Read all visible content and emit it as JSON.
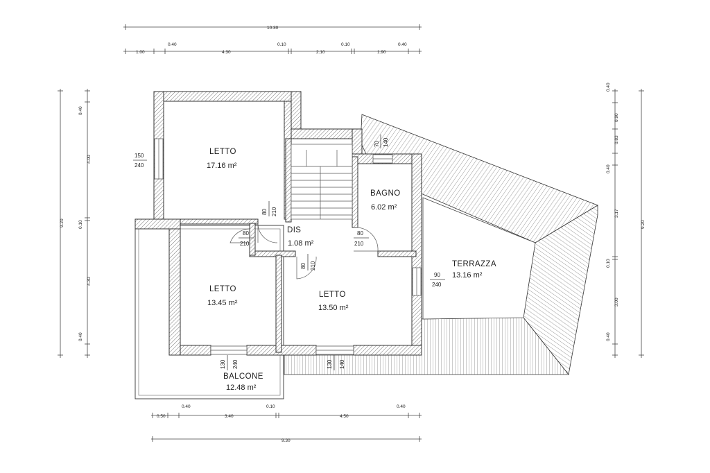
{
  "dimensions": {
    "top_total": "10.30",
    "top_segments": [
      "1.00",
      "0.40",
      "4.30",
      "0.10",
      "2.10",
      "0.10",
      "1.90",
      "0.40"
    ],
    "bottom_segments": [
      "0.50",
      "0.40",
      "3.40",
      "0.10",
      "4.50",
      "0.40"
    ],
    "bottom_total": "9.30",
    "left_total": "9.20",
    "left_segments": [
      "0.40",
      "4.00",
      "0.10",
      "4.30",
      "0.40"
    ],
    "right_total": "9.20",
    "right_segments": [
      "0.40",
      "0.90",
      "0.83",
      "0.40",
      "3.17",
      "0.10",
      "3.00",
      "0.40"
    ]
  },
  "rooms": [
    {
      "name": "LETTO",
      "area": "17.16 m²"
    },
    {
      "name": "BAGNO",
      "area": "6.02 m²"
    },
    {
      "name": "DIS",
      "area": "1.08 m²"
    },
    {
      "name": "LETTO",
      "area": "13.45 m²"
    },
    {
      "name": "LETTO",
      "area": "13.50 m²"
    },
    {
      "name": "TERRAZZA",
      "area": "13.16 m²"
    },
    {
      "name": "BALCONE",
      "area": "12.48 m²"
    }
  ],
  "openings": {
    "w1": {
      "w": "150",
      "h": "240"
    },
    "w2": {
      "w": "70",
      "h": "140"
    },
    "w3": {
      "w": "90",
      "h": "240"
    },
    "w4": {
      "w": "130",
      "h": "240"
    },
    "w5": {
      "w": "130",
      "h": "140"
    },
    "d1": {
      "w": "80",
      "h": "210"
    },
    "d2": {
      "w": "80",
      "h": "210"
    },
    "d3": {
      "w": "80",
      "h": "210"
    },
    "d4": {
      "w": "80",
      "h": "210"
    }
  }
}
